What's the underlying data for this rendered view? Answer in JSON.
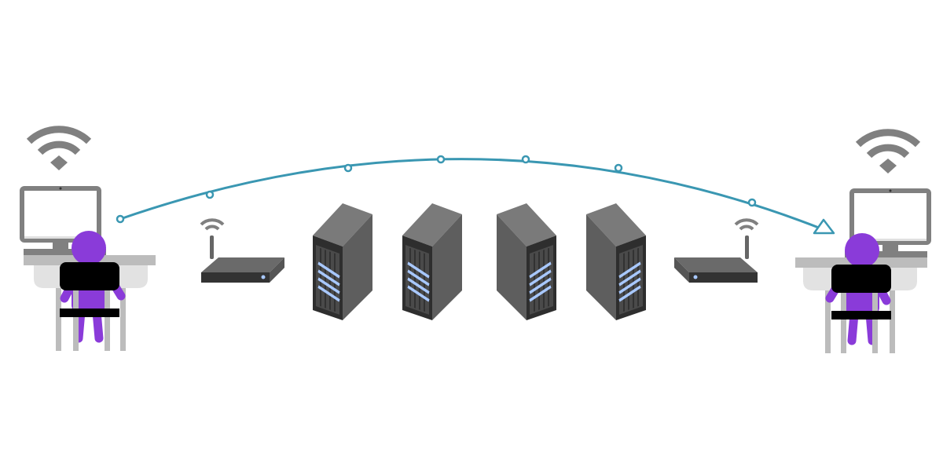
{
  "diagram": {
    "nodes": [
      "sender-workstation",
      "router-left",
      "server-1",
      "server-2",
      "server-3",
      "server-4",
      "router-right",
      "receiver-workstation"
    ],
    "icons": [
      "wifi-icon",
      "laptop-icon",
      "person-icon",
      "router-icon",
      "server-icon"
    ]
  },
  "colors": {
    "path": "#3a97b2",
    "person": "#8a3bd9",
    "device_gray": "#808080",
    "server_dark": "#333333",
    "led": "#a8c8ff"
  }
}
